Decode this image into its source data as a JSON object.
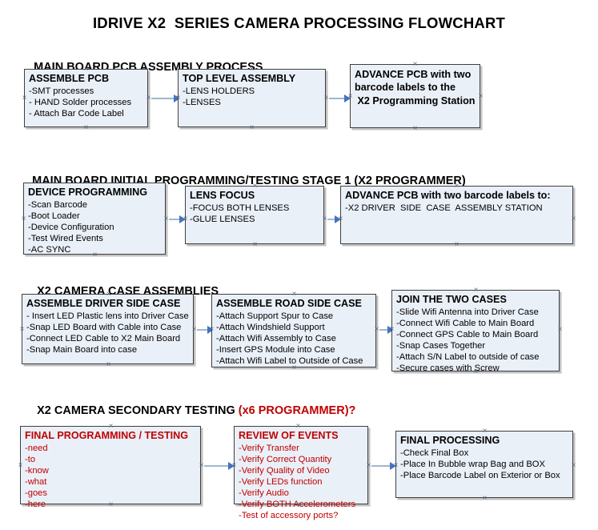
{
  "document": {
    "title": "IDRIVE X2  SERIES CAMERA PROCESSING FLOWCHART"
  },
  "colors": {
    "box_fill": "#eaf0f8",
    "box_border": "#3f3f3f",
    "connector": "#9fb8cd",
    "arrowhead": "#4472c4",
    "text": "#000000",
    "accent_red": "#c00000"
  },
  "sections": [
    {
      "id": "main-board-pcb-assembly-process",
      "heading": "MAIN BOARD PCB ASSEMBLY PROCESS",
      "heading_accent": "",
      "boxes": [
        {
          "id": "assemble-pcb",
          "title": "ASSEMBLE PCB",
          "lines": [
            "-SMT processes",
            "- HAND Solder processes",
            "- Attach Bar Code Label"
          ]
        },
        {
          "id": "top-level-assembly",
          "title": "TOP LEVEL ASSEMBLY",
          "lines": [
            "-LENS HOLDERS",
            "-LENSES"
          ]
        },
        {
          "id": "advance-pcb-programming-station",
          "title": "ADVANCE PCB with two\nbarcode labels to the\n X2 Programming Station",
          "lines": []
        }
      ]
    },
    {
      "id": "main-board-initial-programming",
      "heading": "MAIN BOARD INITIAL PROGRAMMING/TESTING STAGE 1 (X2 PROGRAMMER)",
      "heading_accent": "",
      "boxes": [
        {
          "id": "device-programming",
          "title": "DEVICE PROGRAMMING",
          "lines": [
            "-Scan Barcode",
            "-Boot Loader",
            "-Device Configuration",
            "-Test Wired Events",
            "-AC SYNC"
          ]
        },
        {
          "id": "lens-focus",
          "title": "LENS FOCUS",
          "lines": [
            "-FOCUS BOTH LENSES",
            "-GLUE LENSES"
          ]
        },
        {
          "id": "advance-pcb-driver-side-case",
          "title": "ADVANCE PCB with two barcode labels to:",
          "lines": [
            "-X2 DRIVER  SIDE  CASE  ASSEMBLY STATION"
          ]
        }
      ]
    },
    {
      "id": "x2-camera-case-assemblies",
      "heading": "X2 CAMERA CASE ASSEMBLIES",
      "heading_accent": "",
      "boxes": [
        {
          "id": "assemble-driver-side-case",
          "title": "ASSEMBLE DRIVER SIDE CASE",
          "lines": [
            "- Insert LED Plastic lens into Driver Case",
            "-Snap LED Board with Cable into Case",
            "-Connect LED Cable to X2 Main Board",
            "-Snap Main Board into case"
          ]
        },
        {
          "id": "assemble-road-side-case",
          "title": "ASSEMBLE ROAD SIDE CASE",
          "lines": [
            "-Attach Support Spur to Case",
            "-Attach Windshield Support",
            "-Attach Wifi Assembly to Case",
            "-Insert GPS Module into Case",
            "-Attach Wifi Label to Outside of Case"
          ]
        },
        {
          "id": "join-the-two-cases",
          "title": "JOIN THE TWO CASES",
          "lines": [
            "-Slide Wifi Antenna into Driver Case",
            "-Connect Wifi Cable to Main Board",
            "-Connect GPS Cable to Main Board",
            "-Snap Cases Together",
            "-Attach S/N Label to outside of case",
            "-Secure cases with Screw"
          ]
        }
      ]
    },
    {
      "id": "x2-camera-secondary-testing",
      "heading": "X2 CAMERA SECONDARY TESTING ",
      "heading_accent": "(x6 PROGRAMMER)?",
      "boxes": [
        {
          "id": "final-programming-testing",
          "title": "FINAL PROGRAMMING / TESTING",
          "lines": [
            "-need",
            "-to",
            "-know",
            "-what",
            "-goes",
            "-here"
          ]
        },
        {
          "id": "review-of-events",
          "title": "REVIEW OF EVENTS",
          "lines": [
            "-Verify Transfer",
            "-Verify Correct Quantity",
            "-Verify Quality of Video",
            "-Verify LEDs function",
            "-Verify Audio",
            "-Verify BOTH Accelerometers",
            "-Test of accessory ports?"
          ]
        },
        {
          "id": "final-processing",
          "title": "FINAL PROCESSING",
          "lines": [
            "-Check Final Box",
            "-Place In Bubble wrap Bag and BOX",
            "-Place Barcode Label on Exterior or Box"
          ]
        }
      ]
    }
  ]
}
